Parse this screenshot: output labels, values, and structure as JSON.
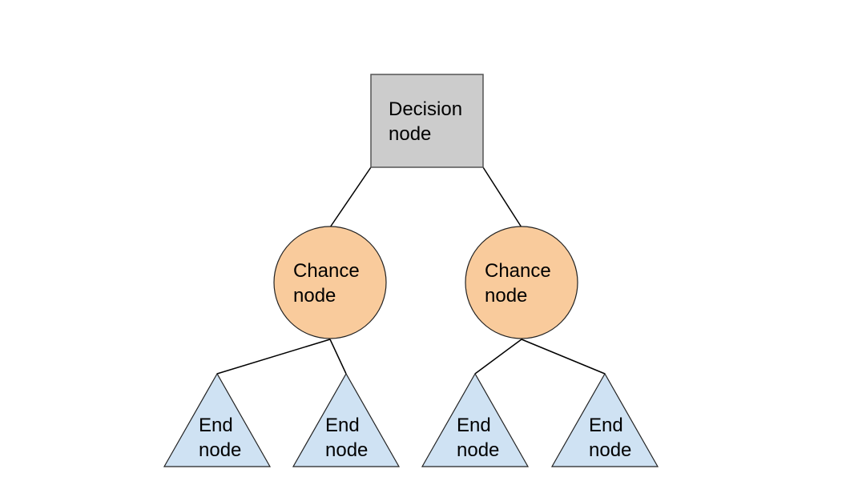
{
  "diagram": {
    "decision_node": {
      "line1": "Decision",
      "line2": "node"
    },
    "chance_node_left": {
      "line1": "Chance",
      "line2": "node"
    },
    "chance_node_right": {
      "line1": "Chance",
      "line2": "node"
    },
    "end_node_1": {
      "line1": "End",
      "line2": "node"
    },
    "end_node_2": {
      "line1": "End",
      "line2": "node"
    },
    "end_node_3": {
      "line1": "End",
      "line2": "node"
    },
    "end_node_4": {
      "line1": "End",
      "line2": "node"
    }
  },
  "colors": {
    "decision_fill": "#cccccc",
    "chance_fill": "#f9cb9c",
    "end_fill": "#cfe2f3"
  }
}
